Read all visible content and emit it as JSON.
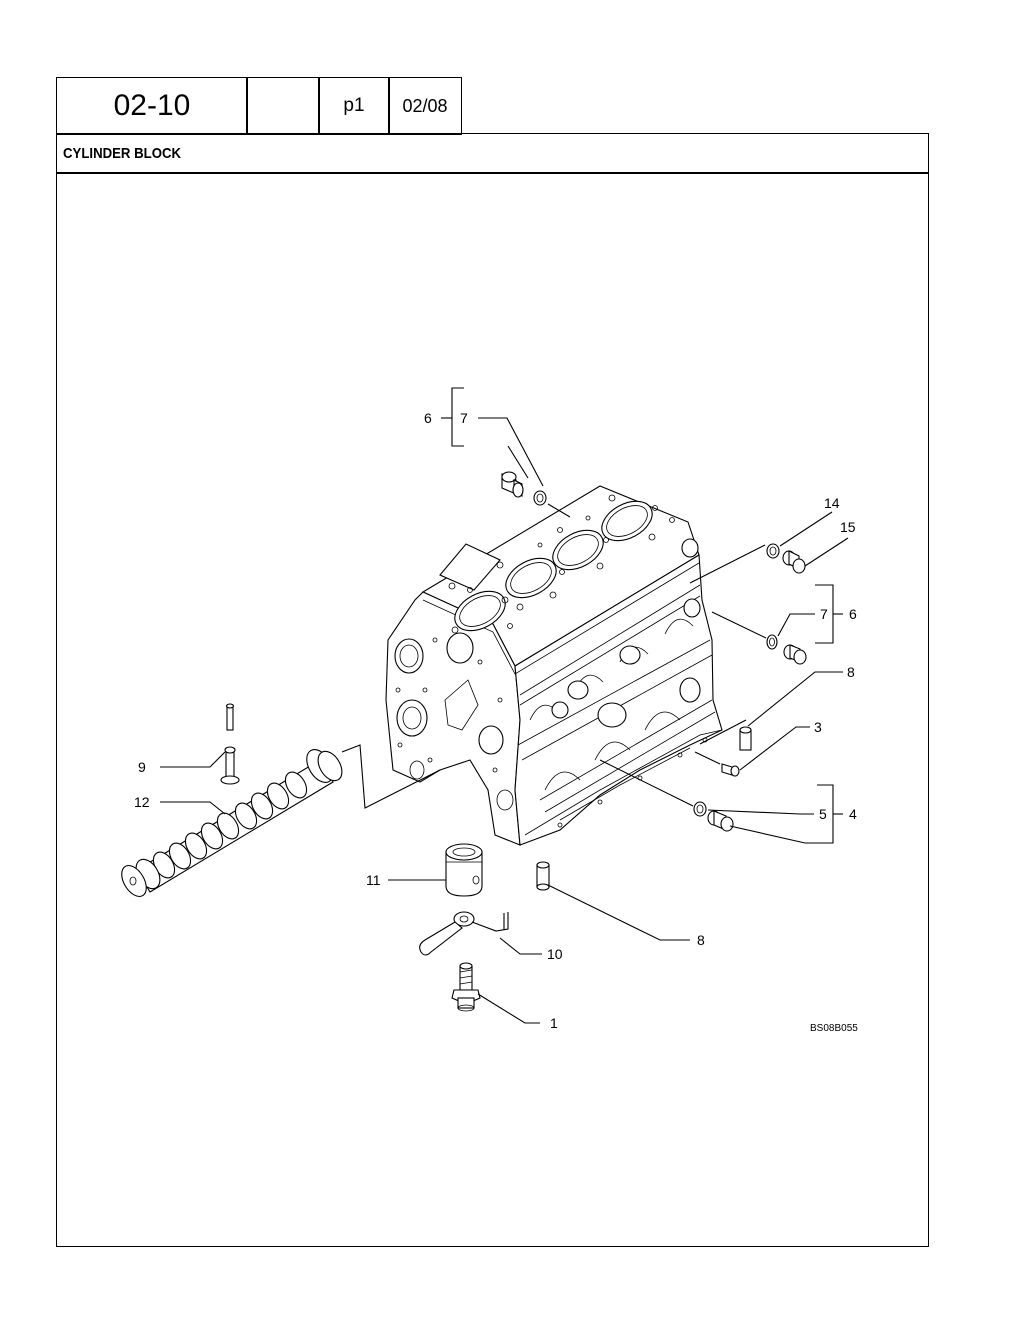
{
  "header": {
    "section": "02-10",
    "blank": "",
    "page": "p1",
    "date": "02/08"
  },
  "title": "CYLINDER BLOCK",
  "diagram": {
    "image_code": "BS08B055",
    "callouts": {
      "c1": "1",
      "c3": "3",
      "c4": "4",
      "c5": "5",
      "c6a": "6",
      "c7a": "7",
      "c6b": "6",
      "c7b": "7",
      "c8a": "8",
      "c8b": "8",
      "c9": "9",
      "c10": "10",
      "c11": "11",
      "c12": "12",
      "c14": "14",
      "c15": "15"
    }
  }
}
